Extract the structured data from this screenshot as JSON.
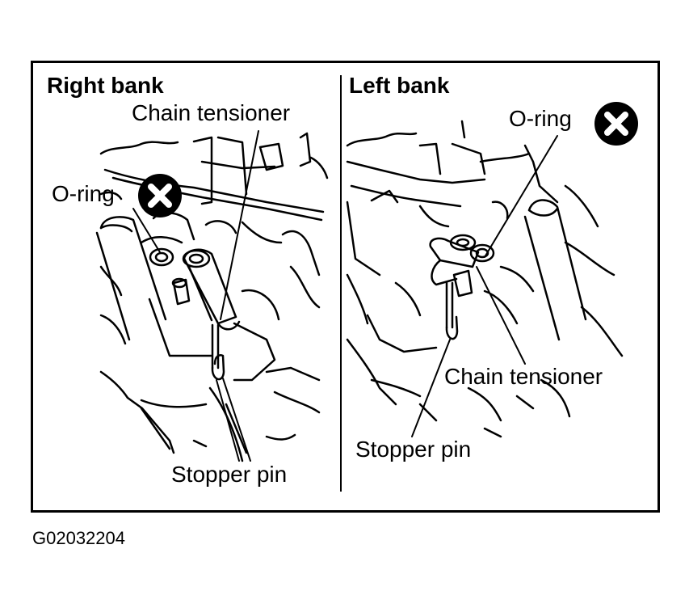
{
  "panels": {
    "right": {
      "title": "Right bank",
      "labels": {
        "tensioner": "Chain tensioner",
        "oring": "O-ring",
        "pin": "Stopper pin"
      }
    },
    "left": {
      "title": "Left bank",
      "labels": {
        "tensioner": "Chain tensioner",
        "oring": "O-ring",
        "pin": "Stopper pin"
      }
    }
  },
  "figure_id": "G02032204",
  "icons": {
    "do_not_reuse": "circled-x-icon"
  },
  "colors": {
    "ink": "#000000",
    "paper": "#ffffff"
  }
}
